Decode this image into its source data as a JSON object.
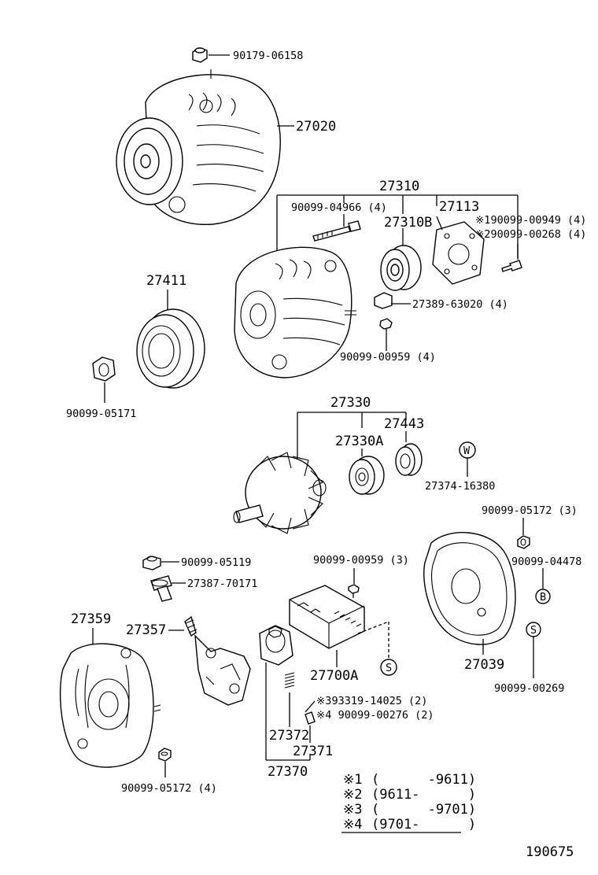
{
  "diagram_id": "190675",
  "labels": {
    "p90179_06158": "90179-06158",
    "p27020": "27020",
    "p27310": "27310",
    "p90099_04966": "90099-04966 (4)",
    "p27113": "27113",
    "p27310B": "27310B",
    "p1_90099_00949": "※190099-00949 (4)",
    "p2_90099_00268": "※290099-00268 (4)",
    "p27411": "27411",
    "p27389_63020": "27389-63020 (4)",
    "p90099_00959_4": "90099-00959 (4)",
    "p90099_05171": "90099-05171",
    "p27330": "27330",
    "p27443": "27443",
    "p27330A": "27330A",
    "p27374_16380": "27374-16380",
    "circle_W": "W",
    "p90099_05172_3": "90099-05172 (3)",
    "p90099_04478": "90099-04478",
    "circle_B": "B",
    "p90099_05119": "90099-05119",
    "p90099_00959_3": "90099-00959 (3)",
    "p27387_70171": "27387-70171",
    "p27359": "27359",
    "p27357": "27357",
    "p27700A": "27700A",
    "circle_S1": "S",
    "p27039": "27039",
    "circle_S2": "S",
    "p90099_00269": "90099-00269",
    "p3_93319_14025": "※393319-14025 (2)",
    "p4_90099_00276": "※4 90099-00276 (2)",
    "p27372": "27372",
    "p27371": "27371",
    "p27370": "27370",
    "p90099_05172_4": "90099-05172 (4)"
  },
  "legend": [
    {
      "mark": "※1",
      "range": "(      -9611)"
    },
    {
      "mark": "※2",
      "range": "(9611-      )"
    },
    {
      "mark": "※3",
      "range": "(      -9701)"
    },
    {
      "mark": "※4",
      "range": "(9701-      )"
    }
  ]
}
